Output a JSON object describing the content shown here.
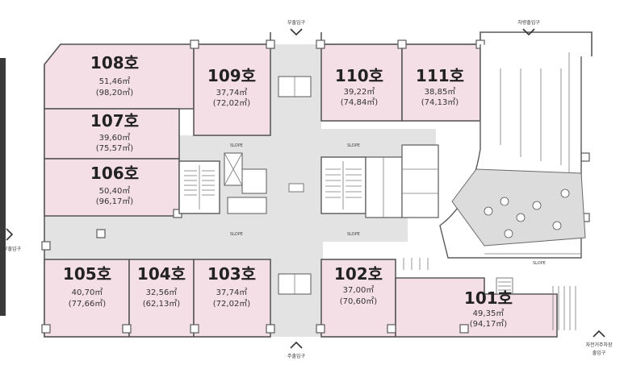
{
  "rooms": {
    "r108": {
      "name": "108호",
      "area1": "51,46㎡",
      "area2": "(98,20㎡)"
    },
    "r109": {
      "name": "109호",
      "area1": "37,74㎡",
      "area2": "(72,02㎡)"
    },
    "r110": {
      "name": "110호",
      "area1": "39,22㎡",
      "area2": "(74,84㎡)"
    },
    "r111": {
      "name": "111호",
      "area1": "38,85㎡",
      "area2": "(74,13㎡)"
    },
    "r107": {
      "name": "107호",
      "area1": "39,60㎡",
      "area2": "(75,57㎡)"
    },
    "r106": {
      "name": "106호",
      "area1": "50,40㎡",
      "area2": "(96,17㎡)"
    },
    "r105": {
      "name": "105호",
      "area1": "40,70㎡",
      "area2": "(77,66㎡)"
    },
    "r104": {
      "name": "104호",
      "area1": "32,56㎡",
      "area2": "(62,13㎡)"
    },
    "r103": {
      "name": "103호",
      "area1": "37,74㎡",
      "area2": "(72,02㎡)"
    },
    "r102": {
      "name": "102호",
      "area1": "37,00㎡",
      "area2": "(70,60㎡)"
    },
    "r101": {
      "name": "101호",
      "area1": "49,35㎡",
      "area2": "(94,17㎡)"
    }
  },
  "entrances": {
    "top": "부출입구",
    "top_right": "차량출입구",
    "left": "부출입구",
    "bottom": "주출입구",
    "bottom_right_1": "자전거주차장",
    "bottom_right_2": "출입구"
  },
  "labels": {
    "slope": "SLOPE"
  },
  "colors": {
    "room": "#f4dfe6",
    "corridor": "#e3e3e3",
    "wall": "#5a5a5a"
  }
}
